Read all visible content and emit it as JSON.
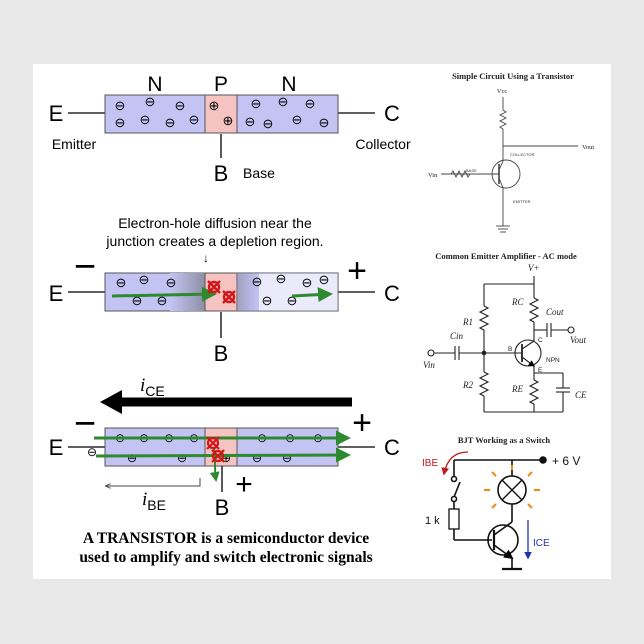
{
  "npn_top": {
    "region_n1": "N",
    "region_p": "P",
    "region_n2": "N",
    "terminal_e": "E",
    "terminal_c": "C",
    "terminal_b": "B",
    "label_emitter": "Emitter",
    "label_collector": "Collector",
    "label_base": "Base",
    "minus": "⊖",
    "plus": "⊕"
  },
  "depletion": {
    "caption_line1": "Electron-hole diffusion near the",
    "caption_line2": "junction creates a depletion region.",
    "down_arrow": "↓",
    "terminal_e": "E",
    "terminal_c": "C",
    "terminal_b": "B",
    "sign_minus": "−",
    "sign_plus": "+"
  },
  "current": {
    "ice_label": "i",
    "ice_sub": "CE",
    "ibe_label": "i",
    "ibe_sub": "BE",
    "terminal_e": "E",
    "terminal_c": "C",
    "terminal_b": "B",
    "sign_minus": "−",
    "sign_plus": "+"
  },
  "caption": {
    "line1": "A TRANSISTOR is a semiconductor device",
    "line2": "used to amplify and switch electronic signals"
  },
  "simple_circuit": {
    "title": "Simple Circuit Using a Transistor",
    "vcc": "Vcc",
    "vout": "Vout",
    "vin": "Vin",
    "collector": "COLLECTOR",
    "base": "BASE",
    "emitter": "EMITTER"
  },
  "amplifier": {
    "title": "Common Emitter Amplifier - AC mode",
    "vplus": "V+",
    "r1": "R1",
    "r2": "R2",
    "rc": "RC",
    "re": "RE",
    "cin": "Cin",
    "cout": "Cout",
    "ce": "CE",
    "vin": "Vin",
    "vout": "Vout",
    "node_b": "B",
    "node_c": "C",
    "node_e": "E",
    "npn": "NPN"
  },
  "switch": {
    "title": "BJT Working as a Switch",
    "supply": "+ 6 V",
    "resistor": "1 k",
    "ibe": "IBE",
    "ice": "ICE"
  },
  "colors": {
    "n_region": "#c4c4f4",
    "p_region": "#f6c3c3",
    "arrow_green": "#2e8a2e",
    "depletion_red": "#d01818",
    "current_black": "#000000",
    "label_blue": "#2233aa"
  }
}
